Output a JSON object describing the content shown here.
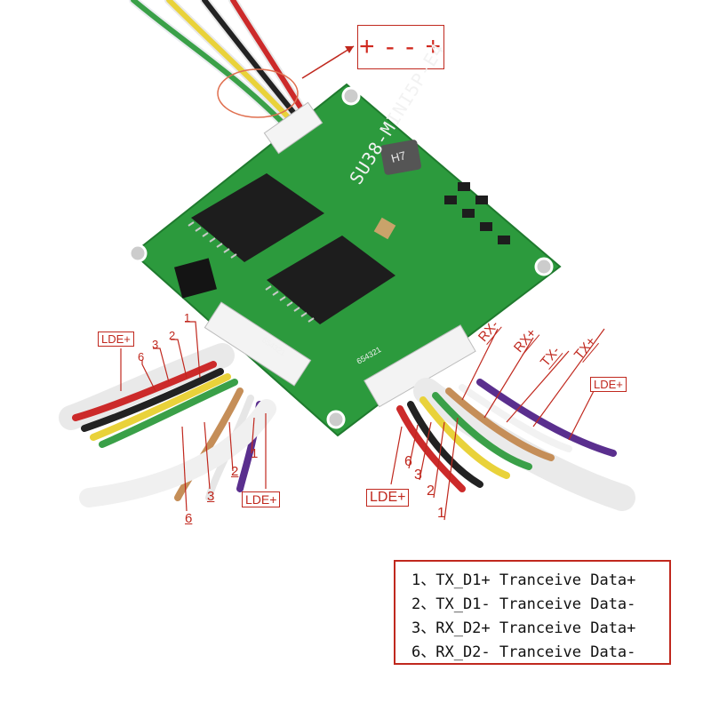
{
  "power_label": "+ - - +",
  "board": {
    "silk_text": "SU38-MINI5P-E4",
    "inductor_mark": "H7",
    "pin_numbers_left": "654321",
    "pin_numbers_right": "654321"
  },
  "left_connector_callouts": {
    "top": [
      "LDE+",
      "6",
      "3",
      "2",
      "1"
    ],
    "bottom": [
      "6",
      "3",
      "2",
      "1",
      "LDE+"
    ]
  },
  "right_connector_callouts": {
    "bottom": [
      "LDE+",
      "6",
      "3",
      "2",
      "1"
    ],
    "top": [
      "RX-",
      "RX+",
      "TX-",
      "TX+"
    ],
    "side": "LDE+"
  },
  "legend": [
    "1、TX_D1+ Tranceive Data+",
    "2、TX_D1- Tranceive Data-",
    "3、RX_D2+ Tranceive Data+",
    "6、RX_D2- Tranceive Data-"
  ],
  "colors": {
    "annotation": "#c0281e",
    "pcb": "#2e9a3e",
    "chip": "#1e1e1e"
  }
}
